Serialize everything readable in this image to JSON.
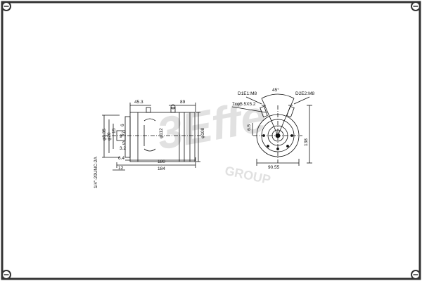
{
  "colors": {
    "line": "#111111",
    "frame": "#333333",
    "watermark": "#c9c9c9",
    "background": "#ffffff"
  },
  "watermark": {
    "brand": "3Effe",
    "sub": "GROUP"
  },
  "side_view": {
    "dims": {
      "top_a": "45.3",
      "top_b": "89",
      "dia_a": "φ8.35",
      "dia_b": "φ20",
      "d15": "15",
      "d9": "9",
      "d6": "6",
      "d27": "27",
      "d5": "5",
      "d3_2": "3.2",
      "dia_112": "φ112",
      "dia_108": "φ108",
      "d6_4": "6.4",
      "d12": "12",
      "len_180": "180",
      "len_184": "184",
      "thread": "1/4\"-20UNC-2A"
    }
  },
  "end_view": {
    "dims": {
      "d1e1": "D1E1:M8",
      "d2e2": "D2E2:M8",
      "angle": "45°",
      "holes": "7xφ5.5X5.2",
      "d6_5": "6.5",
      "width_90": "90.55",
      "height_138": "138"
    }
  }
}
